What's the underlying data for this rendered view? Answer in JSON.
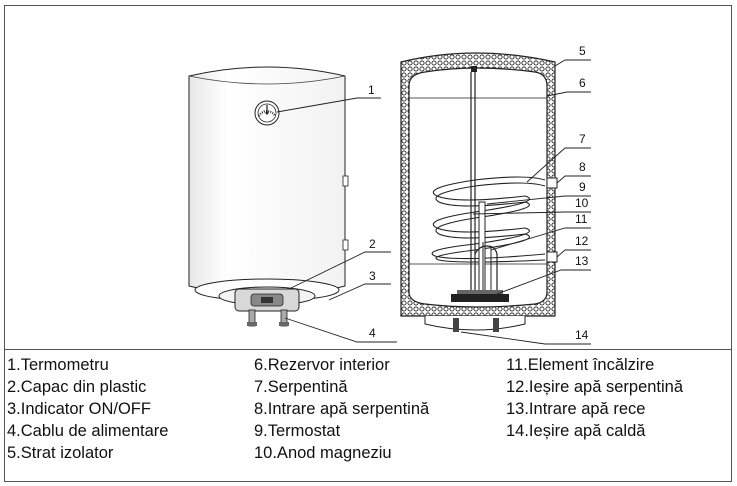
{
  "callouts": [
    "1",
    "2",
    "3",
    "4",
    "5",
    "6",
    "7",
    "8",
    "9",
    "10",
    "11",
    "12",
    "13",
    "14"
  ],
  "legend": {
    "col1": [
      "1.Termometru",
      "2.Capac din plastic",
      "3.Indicator ON/OFF",
      "4.Cablu de alimentare",
      "5.Strat izolator"
    ],
    "col2": [
      "6.Rezervor interior",
      "7.Serpentină",
      "8.Intrare apă serpentină",
      "9.Termostat",
      "10.Anod magneziu"
    ],
    "col3": [
      "11.Element încălzire",
      "12.Ieșire apă serpentină",
      "13.Intrare apă rece",
      "14.Ieșire apă caldă"
    ]
  }
}
